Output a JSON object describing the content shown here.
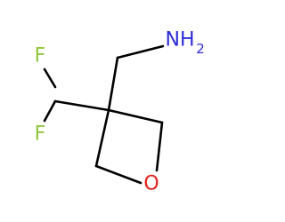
{
  "molecule": {
    "atoms": {
      "fluorine_top": {
        "symbol": "F",
        "color": "#8fc83c"
      },
      "fluorine_bottom": {
        "symbol": "F",
        "color": "#8fc83c"
      },
      "amine": {
        "symbol": "NH",
        "subscript": "2",
        "color": "#2c2cd6"
      },
      "ring_oxygen": {
        "symbol": "O",
        "color": "#e0221b"
      }
    },
    "bond_color": "#000000"
  }
}
